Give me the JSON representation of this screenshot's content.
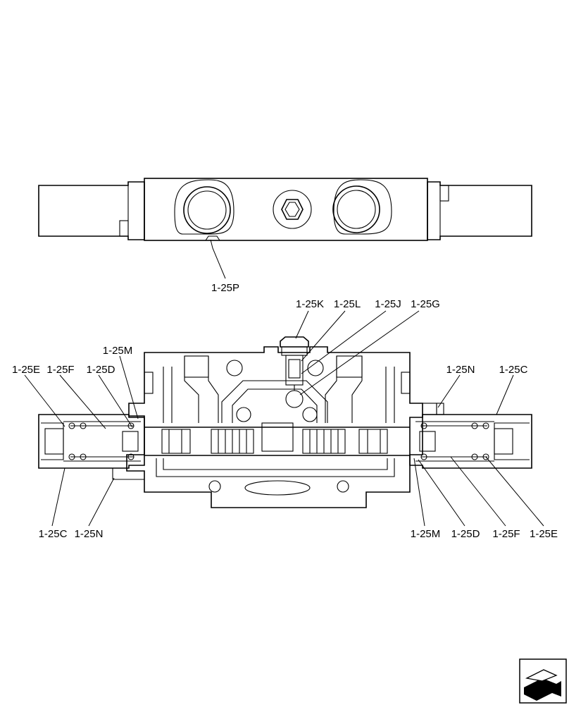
{
  "callouts": {
    "p": "1-25P",
    "k": "1-25K",
    "l": "1-25L",
    "j": "1-25J",
    "g": "1-25G",
    "m_top": "1-25M",
    "e_left": "1-25E",
    "f_left": "1-25F",
    "d_left": "1-25D",
    "n_right": "1-25N",
    "c_right": "1-25C",
    "c_left": "1-25C",
    "n_left": "1-25N",
    "m_bottom": "1-25M",
    "d_right": "1-25D",
    "f_right": "1-25F",
    "e_right": "1-25E"
  },
  "nav_icon": "next-page-arrow-icon"
}
